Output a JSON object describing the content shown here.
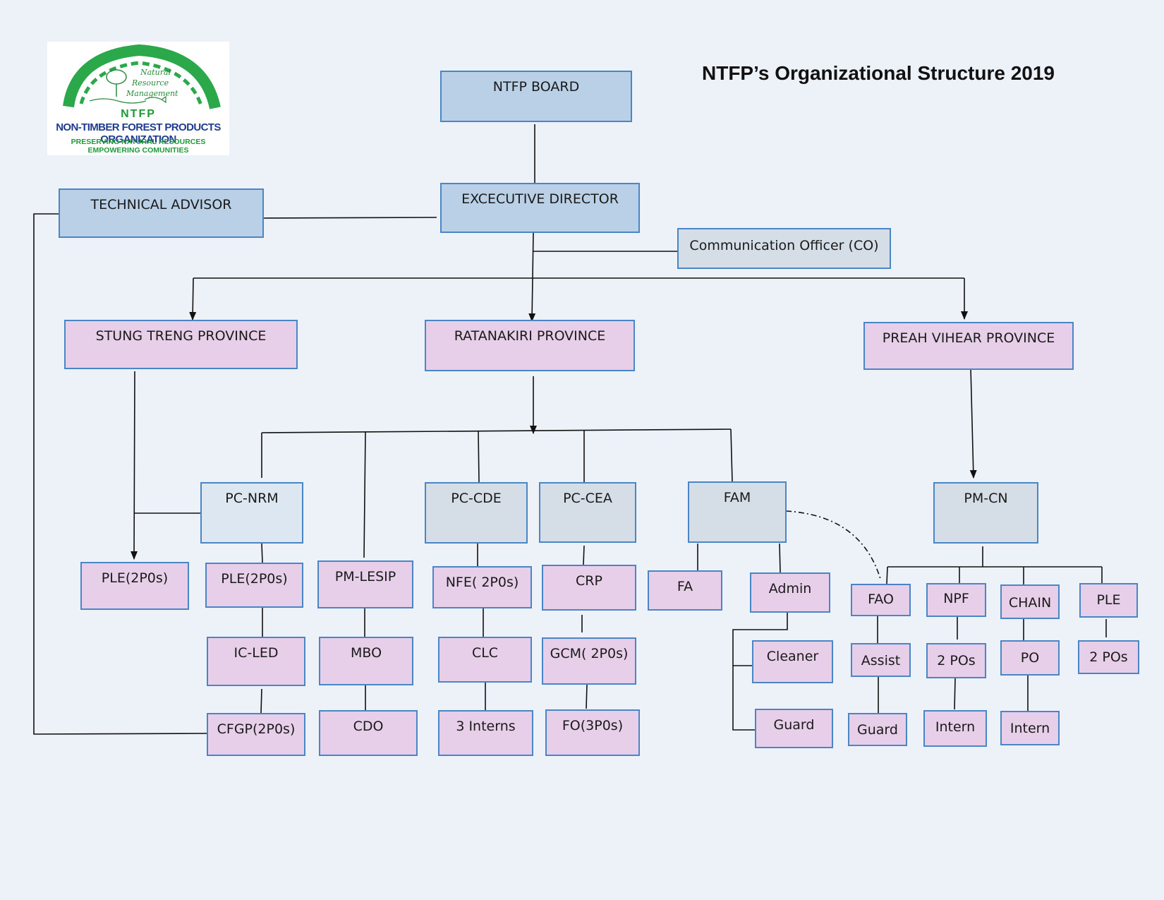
{
  "title": "NTFP’s Organizational Structure 2019",
  "logo": {
    "sub1": "Natural",
    "sub2": "Resource",
    "sub3": "Management",
    "abbr": "NTFP",
    "org_name": "NON-TIMBER FOREST PRODUCTS ORGANIZATION",
    "tagline1": "PRESERVING NATURAL RESOURCES",
    "tagline2": "EMPOWERING COMUNITIES"
  },
  "nodes": {
    "board": "NTFP BOARD",
    "director": "EXCECUTIVE DIRECTOR",
    "technical_advisor": "TECHNICAL ADVISOR",
    "communication_officer": "Communication Officer (CO)",
    "stung_treng": "STUNG TRENG PROVINCE",
    "ratanakiri": "RATANAKIRI PROVINCE",
    "preah_vihear": "PREAH VIHEAR PROVINCE",
    "ple_stung_treng": "PLE(2P0s)",
    "pc_nrm": "PC-NRM",
    "ple_nrm": "PLE(2P0s)",
    "ic_led": "IC-LED",
    "cfgp": "CFGP(2P0s)",
    "pm_lesip": "PM-LESIP",
    "mbo": "MBO",
    "cdo": "CDO",
    "pc_cde": "PC-CDE",
    "nfe": "NFE( 2P0s)",
    "clc": "CLC",
    "interns3": "3 Interns",
    "pc_cea": "PC-CEA",
    "crp": "CRP",
    "gcm": "GCM( 2P0s)",
    "fo": "FO(3P0s)",
    "fam": "FAM",
    "fa": "FA",
    "admin": "Admin",
    "cleaner": "Cleaner",
    "guard_admin": "Guard",
    "pm_cn": "PM-CN",
    "fao": "FAO",
    "assist": "Assist",
    "guard_fao": "Guard",
    "npf": "NPF",
    "npf_pos": "2 POs",
    "npf_intern": "Intern",
    "chain": "CHAIN",
    "chain_po": "PO",
    "chain_intern": "Intern",
    "ple_cn": "PLE",
    "ple_cn_pos": "2 POs"
  },
  "colors": {
    "background": "#edf2f9",
    "border": "#4a86c5",
    "top_box": "#bad0e7",
    "manager_box": "#d5dee7",
    "unit_box": "#e8cfe9",
    "line": "#111111"
  }
}
